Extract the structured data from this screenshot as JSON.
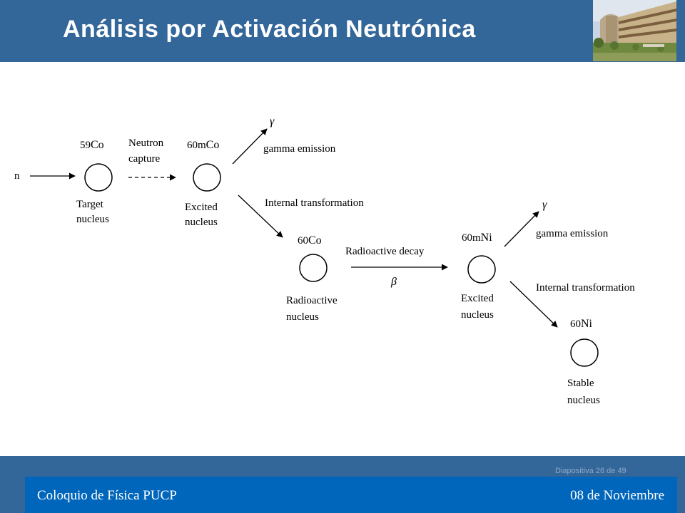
{
  "header": {
    "title": "Análisis por Activación Neutrónica"
  },
  "diagram": {
    "incident": "n",
    "nodes": {
      "target": {
        "mass": "59",
        "symbol": "Co",
        "label_line1": "Target",
        "label_line2": "nucleus"
      },
      "excited_co": {
        "mass": "60m",
        "symbol": "Co",
        "label_line1": "Excited",
        "label_line2": "nucleus"
      },
      "radioactive": {
        "mass": "60",
        "symbol": "Co",
        "label_line1": "Radioactive",
        "label_line2": "nucleus"
      },
      "excited_ni": {
        "mass": "60m",
        "symbol": "Ni",
        "label_line1": "Excited",
        "label_line2": "nucleus"
      },
      "stable": {
        "mass": "60",
        "symbol": "Ni",
        "label_line1": "Stable",
        "label_line2": "nucleus"
      }
    },
    "edges": {
      "neutron_capture_line1": "Neutron",
      "neutron_capture_line2": "capture",
      "gamma_symbol_1": "γ",
      "gamma_emission_1": "gamma emission",
      "internal_transformation_1": "Internal transformation",
      "radioactive_decay": "Radioactive decay",
      "beta_symbol": "β",
      "gamma_symbol_2": "γ",
      "gamma_emission_2": "gamma emission",
      "internal_transformation_2": "Internal transformation"
    }
  },
  "footer": {
    "slide_counter": "Diapositiva  26 de 49",
    "left_text": "Coloquio de Física PUCP",
    "right_text": "08 de Noviembre"
  },
  "colors": {
    "header_bg": "#336699",
    "footer_bar": "#0066bb"
  }
}
